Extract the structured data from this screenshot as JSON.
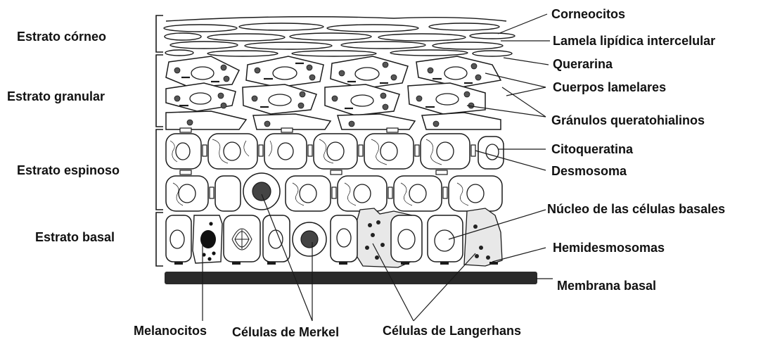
{
  "colors": {
    "ink": "#1a1a1a",
    "cell_fill": "#ffffff",
    "langerhans_fill": "#e8e8e8",
    "membrane": "#2a2a2a",
    "granule": "#555555"
  },
  "layers": [
    {
      "id": "corneo",
      "label": "Estrato córneo"
    },
    {
      "id": "granular",
      "label": "Estrato granular"
    },
    {
      "id": "espinoso",
      "label": "Estrato espinoso"
    },
    {
      "id": "basal",
      "label": "Estrato basal"
    }
  ],
  "structures": [
    {
      "id": "corneocitos",
      "label": "Corneocitos"
    },
    {
      "id": "lamela",
      "label": "Lamela lipídica intercelular"
    },
    {
      "id": "querarina",
      "label": "Querarina"
    },
    {
      "id": "cuerpos",
      "label": "Cuerpos lamelares"
    },
    {
      "id": "granulos",
      "label": "Gránulos queratohialinos"
    },
    {
      "id": "citoqueratina",
      "label": "Citoqueratina"
    },
    {
      "id": "desmosoma",
      "label": "Desmosoma"
    },
    {
      "id": "nucleo",
      "label": "Núcleo de las células basales"
    },
    {
      "id": "hemidesmosomas",
      "label": "Hemidesmosomas"
    },
    {
      "id": "membrana",
      "label": "Membrana basal"
    }
  ],
  "cell_types": [
    {
      "id": "melanocitos",
      "label": "Melanocitos"
    },
    {
      "id": "merkel",
      "label": "Células de Merkel"
    },
    {
      "id": "langerhans",
      "label": "Células de Langerhans"
    }
  ]
}
